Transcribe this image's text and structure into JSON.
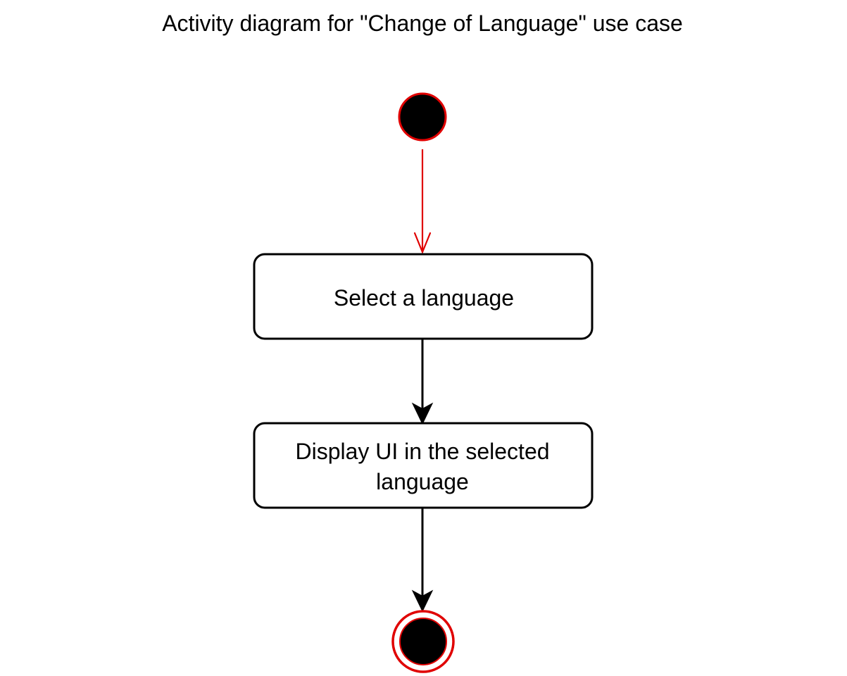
{
  "diagram": {
    "title": "Activity diagram for \"Change of Language\" use case",
    "nodes": {
      "select": {
        "label": "Select a language"
      },
      "display": {
        "label_line1": "Display UI in the selected",
        "label_line2": "language"
      }
    },
    "colors": {
      "start_node_fill": "#000000",
      "start_node_stroke": "#e00000",
      "initial_flow": "#e00000",
      "flow": "#000000",
      "action_fill": "#ffffff",
      "action_stroke": "#000000",
      "end_node_ring": "#e00000",
      "end_node_fill": "#000000"
    }
  }
}
